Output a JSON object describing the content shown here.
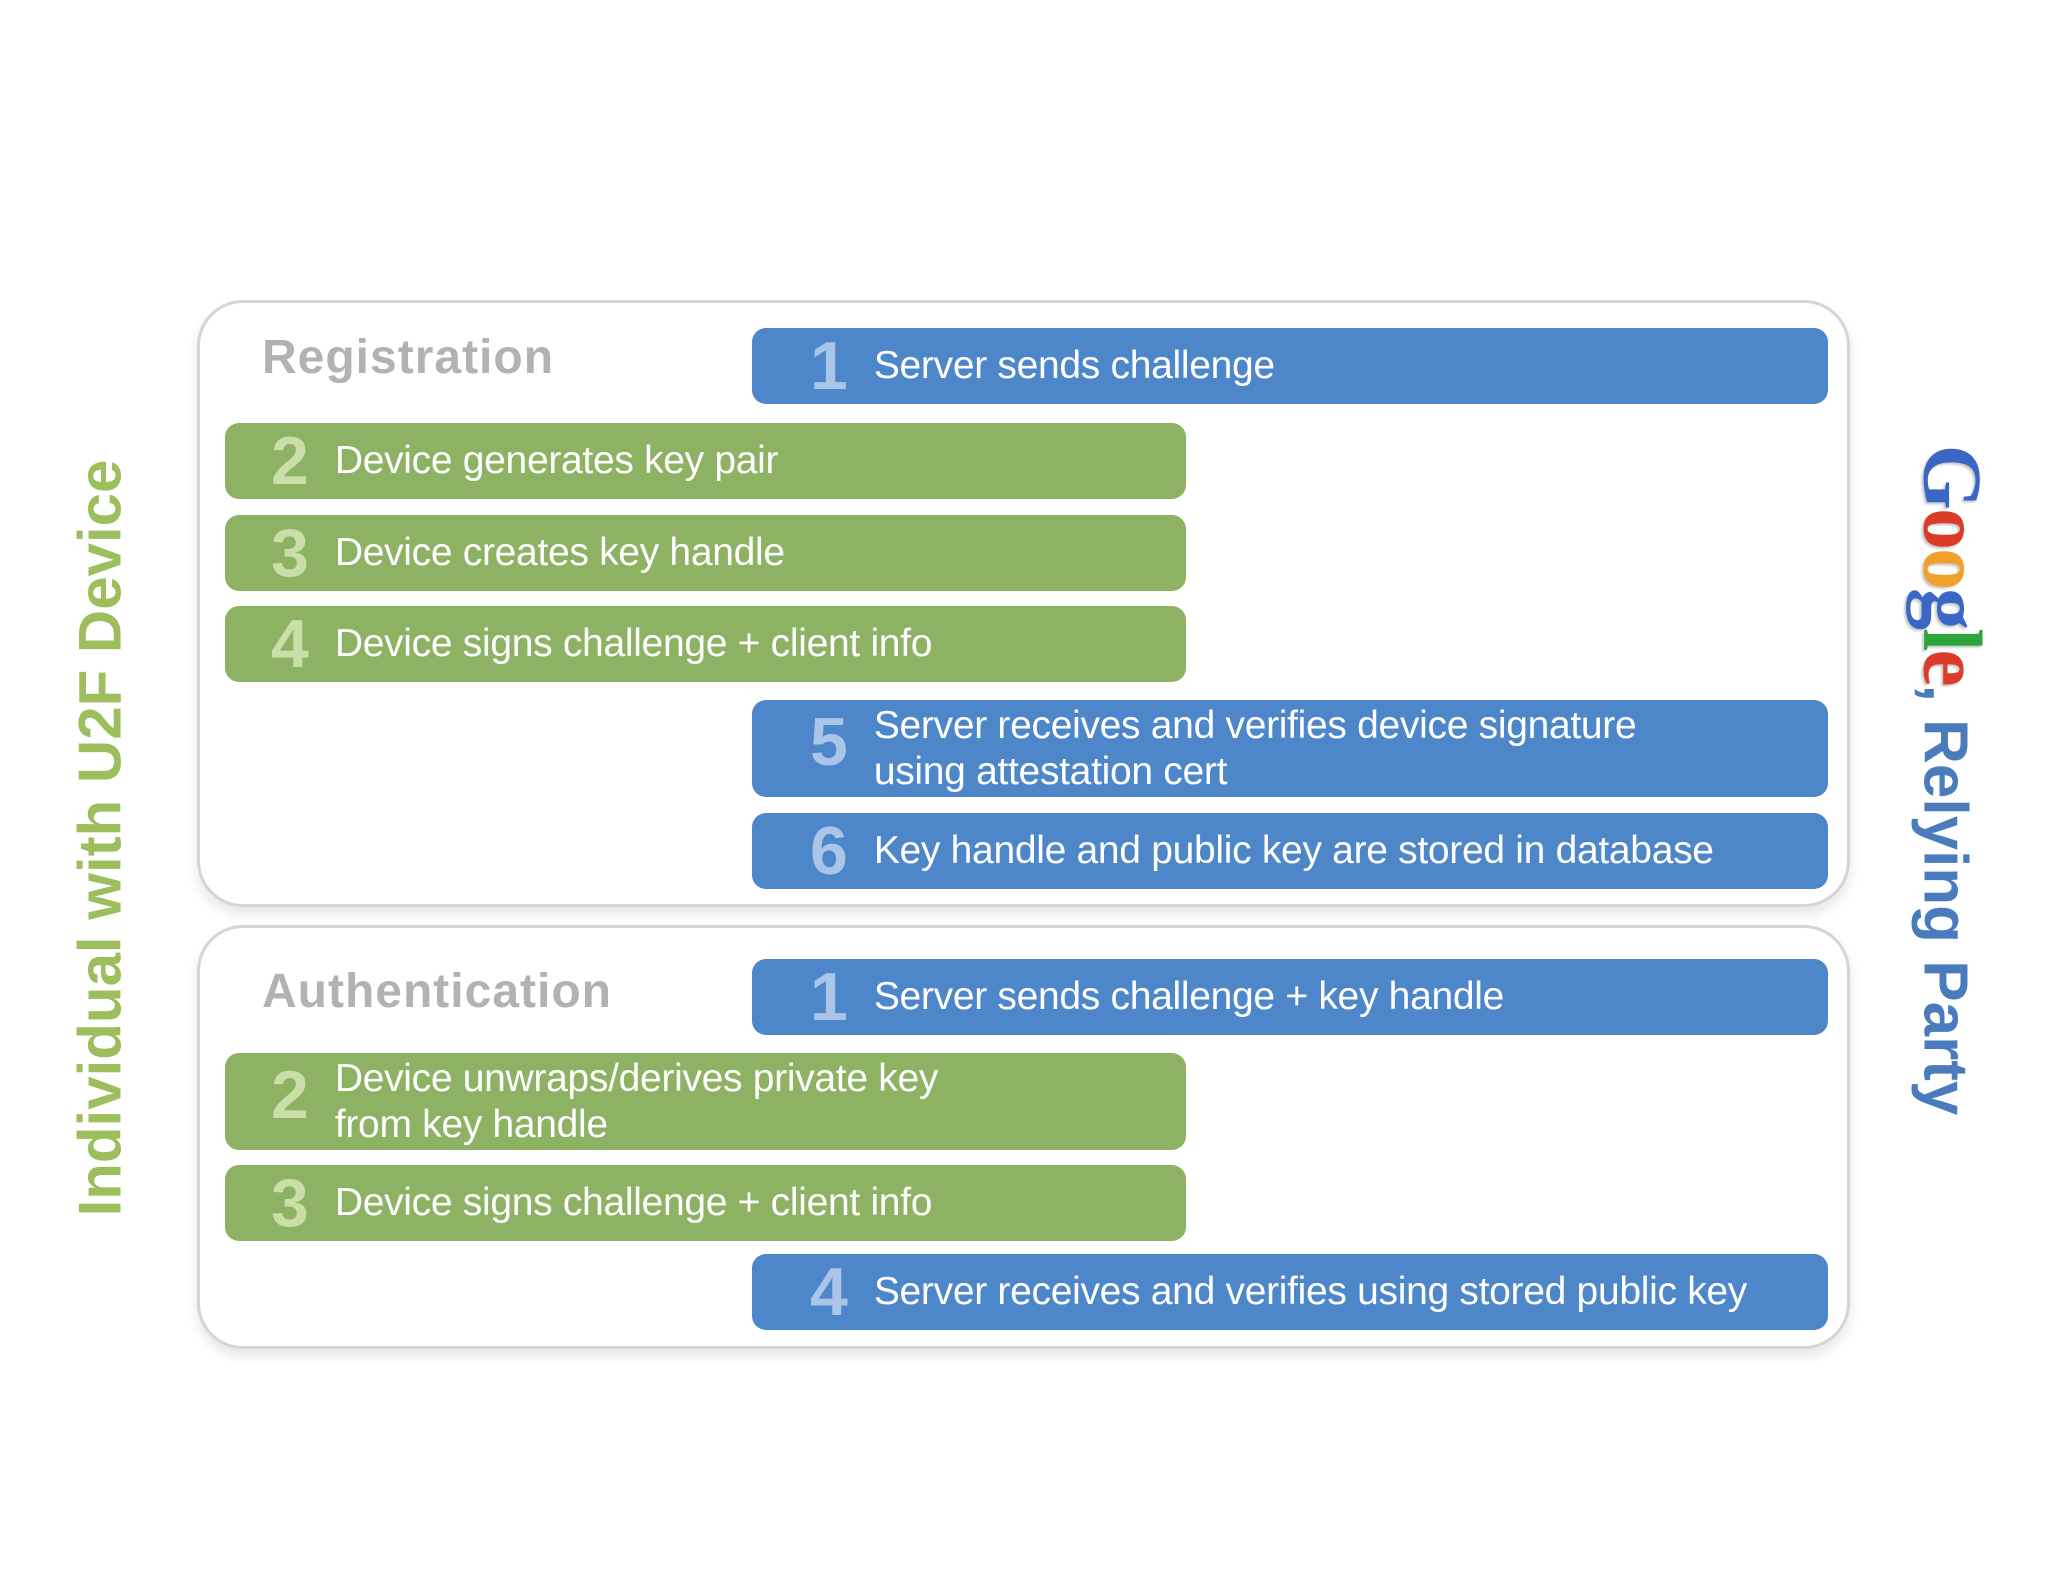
{
  "side_labels": {
    "left": "Individual with U2F Device",
    "right_suffix": ", Relying Party",
    "google_letters": [
      {
        "ch": "G",
        "color": "#3A67C6"
      },
      {
        "ch": "o",
        "color": "#DB3B28"
      },
      {
        "ch": "o",
        "color": "#F1A02B"
      },
      {
        "ch": "g",
        "color": "#3A67C6"
      },
      {
        "ch": "l",
        "color": "#2FA33C"
      },
      {
        "ch": "e",
        "color": "#DB3B28"
      }
    ]
  },
  "colors": {
    "device_bar_green": "#8DB263",
    "device_number_tint": "#CADFA8",
    "server_bar_blue": "#4E86CA",
    "server_number_tint": "#A9C6E8",
    "panel_border": "#D5D5D5",
    "panel_title_gray": "#B2B2B2",
    "left_label_green": "#9DBE5D",
    "right_label_blue": "#4A7CBD",
    "bar_text": "#FFFFFF"
  },
  "panels": [
    {
      "title": "Registration",
      "steps": [
        {
          "num": "1",
          "text": "Server sends challenge",
          "actor": "server"
        },
        {
          "num": "2",
          "text": "Device generates key pair",
          "actor": "device"
        },
        {
          "num": "3",
          "text": "Device creates key handle",
          "actor": "device"
        },
        {
          "num": "4",
          "text": "Device signs challenge + client info",
          "actor": "device"
        },
        {
          "num": "5",
          "text": "Server receives and verifies device signature\nusing attestation cert",
          "actor": "server"
        },
        {
          "num": "6",
          "text": "Key handle and public key are stored in database",
          "actor": "server"
        }
      ]
    },
    {
      "title": "Authentication",
      "steps": [
        {
          "num": "1",
          "text": "Server sends challenge + key handle",
          "actor": "server"
        },
        {
          "num": "2",
          "text": "Device unwraps/derives private key\nfrom key handle",
          "actor": "device"
        },
        {
          "num": "3",
          "text": "Device signs challenge + client info",
          "actor": "device"
        },
        {
          "num": "4",
          "text": "Server receives and verifies using stored public key",
          "actor": "server"
        }
      ]
    }
  ]
}
